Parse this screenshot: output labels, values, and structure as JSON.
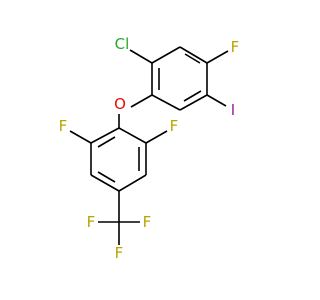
{
  "molecule": {
    "atoms": {
      "cl": {
        "symbol": "Cl",
        "color": "#2aa82a"
      },
      "f_top": {
        "symbol": "F",
        "color": "#b8a400"
      },
      "i": {
        "symbol": "I",
        "color": "#9b1fa3"
      },
      "o": {
        "symbol": "O",
        "color": "#e01010"
      },
      "f_left": {
        "symbol": "F",
        "color": "#b8a400"
      },
      "f_right": {
        "symbol": "F",
        "color": "#b8a400"
      },
      "f_cf3_left": {
        "symbol": "F",
        "color": "#b8a400"
      },
      "f_cf3_right": {
        "symbol": "F",
        "color": "#b8a400"
      },
      "f_cf3_bottom": {
        "symbol": "F",
        "color": "#b8a400"
      }
    },
    "bond_color": "#000000",
    "background": "#ffffff"
  }
}
